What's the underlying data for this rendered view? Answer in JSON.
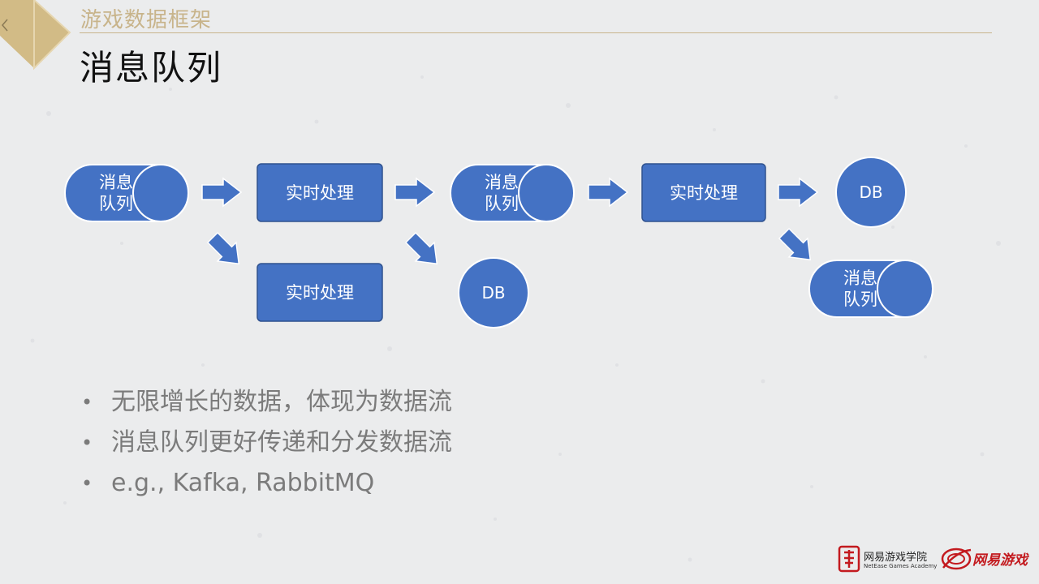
{
  "slide": {
    "section_title": "游戏数据框架",
    "page_title": "消息队列"
  },
  "diagram": {
    "mq1": "消息\n队列",
    "rt1": "实时处理",
    "rt2": "实时处理",
    "mq2": "消息\n队列",
    "db1": "DB",
    "rt3": "实时处理",
    "db2": "DB",
    "mq3": "消息\n队列",
    "colors": {
      "fill": "#4472c4",
      "stroke": "#2f528f",
      "arrow": "#4472c4",
      "label": "#ffffff"
    }
  },
  "bullets": [
    "无限增长的数据，体现为数据流",
    "消息队列更好传递和分发数据流",
    "e.g., Kafka, RabbitMQ"
  ],
  "footer": {
    "academy_cn": "网易游戏学院",
    "academy_en": "NetEase Games Academy",
    "brand_cn": "网易游戏"
  },
  "theme": {
    "background": "#ebeced",
    "gold": "#c8b48b",
    "bullet_text": "#7b7b7b",
    "brand_red": "#c31a1f"
  }
}
